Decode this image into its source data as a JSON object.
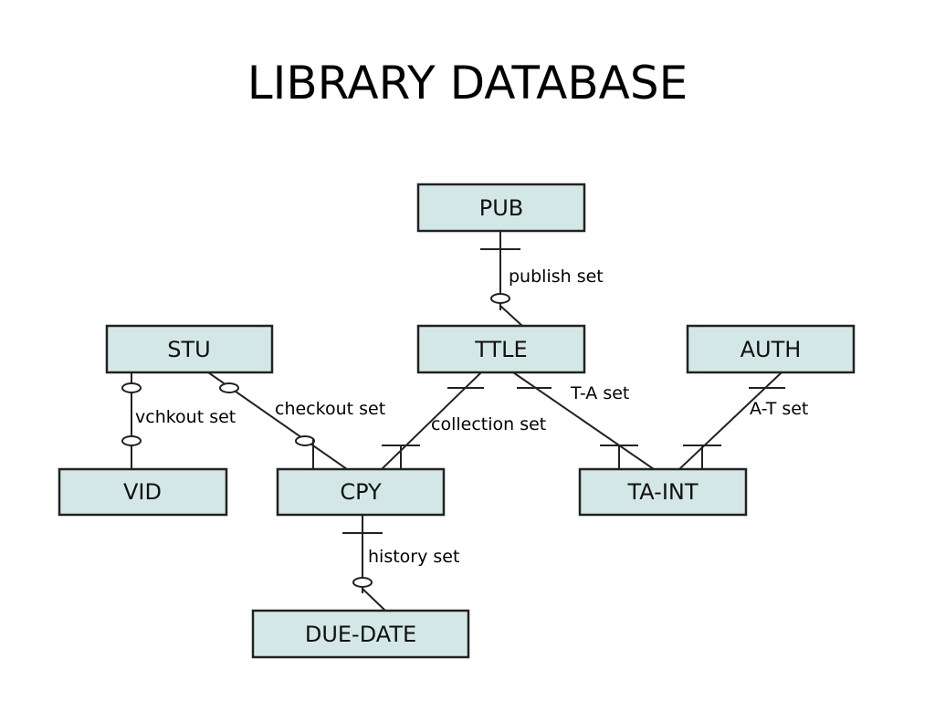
{
  "title": "LIBRARY DATABASE",
  "colors": {
    "entity_fill": "#d3e8e6",
    "stroke": "#222222"
  },
  "entities": {
    "pub": "PUB",
    "stu": "STU",
    "ttle": "TTLE",
    "auth": "AUTH",
    "vid": "VID",
    "cpy": "CPY",
    "ta_int": "TA-INT",
    "due_date": "DUE-DATE"
  },
  "relationships": {
    "publish_set": "publish set",
    "vchkout_set": "vchkout set",
    "checkout_set": "checkout set",
    "collection_set": "collection set",
    "t_a_set": "T-A set",
    "a_t_set": "A-T set",
    "history_set": "history set"
  }
}
